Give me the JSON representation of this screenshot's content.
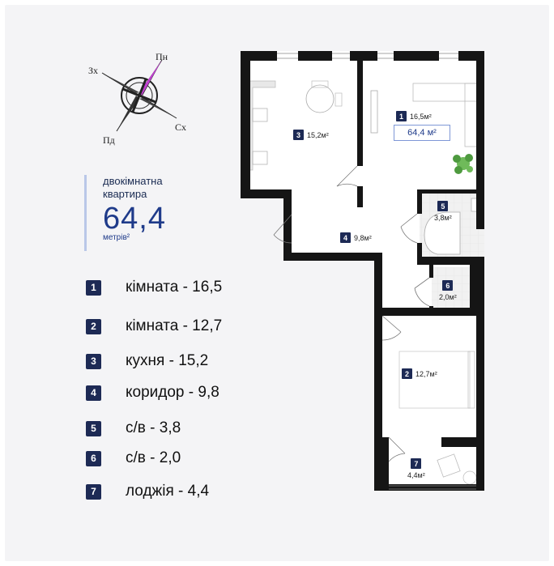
{
  "compass": {
    "n": "Пн",
    "w": "Зх",
    "e": "Сх",
    "s": "Пд"
  },
  "summary": {
    "type": "двокімнатна квартира",
    "area": "64,4",
    "unit": "метрів²"
  },
  "legend": [
    {
      "no": "1",
      "label": "кімната - 16,5"
    },
    {
      "no": "2",
      "label": "кімната - 12,7"
    },
    {
      "no": "3",
      "label": "кухня - 15,2"
    },
    {
      "no": "4",
      "label": "коридор - 9,8"
    },
    {
      "no": "5",
      "label": "с/в - 3,8"
    },
    {
      "no": "6",
      "label": "с/в - 2,0"
    },
    {
      "no": "7",
      "label": "лоджія - 4,4"
    }
  ],
  "plan": {
    "total": "64,4 м²",
    "rooms": [
      {
        "no": "1",
        "area": "16,5м²"
      },
      {
        "no": "2",
        "area": "12,7м²"
      },
      {
        "no": "3",
        "area": "15,2м²"
      },
      {
        "no": "4",
        "area": "9,8м²"
      },
      {
        "no": "5",
        "area": "3,8м²"
      },
      {
        "no": "6",
        "area": "2,0м²"
      },
      {
        "no": "7",
        "area": "4,4м²"
      }
    ]
  },
  "colors": {
    "accent": "#1d2a55",
    "highlight": "#1f3b8a",
    "wall": "#151515",
    "compass_needle": "#c040d0"
  }
}
